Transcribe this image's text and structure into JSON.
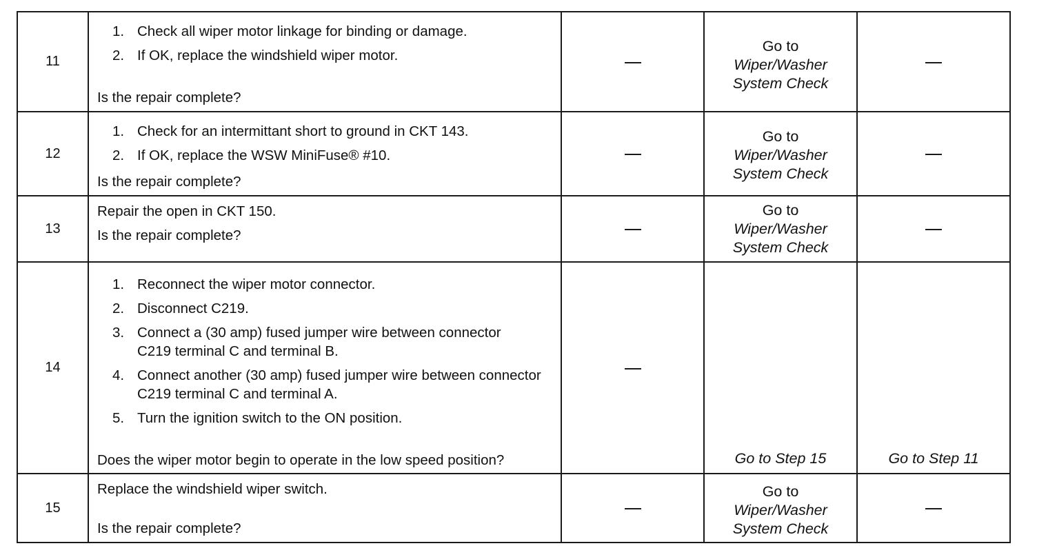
{
  "rows": [
    {
      "step": "11",
      "items": [
        {
          "n": "1.",
          "t": "Check all wiper motor linkage for binding or damage."
        },
        {
          "n": "2.",
          "t": "If OK, replace the windshield wiper motor."
        }
      ],
      "question": "Is the repair complete?",
      "value": "—",
      "yes": {
        "prefix": "Go to",
        "link": "Wiper/Washer System Check"
      },
      "no": "—"
    },
    {
      "step": "12",
      "items": [
        {
          "n": "1.",
          "t": "Check for an intermittant short to ground in CKT 143."
        },
        {
          "n": "2.",
          "t": "If OK, replace the WSW MiniFuse® #10."
        }
      ],
      "question": "Is the repair complete?",
      "value": "—",
      "yes": {
        "prefix": "Go to",
        "link": "Wiper/Washer System Check"
      },
      "no": "—"
    },
    {
      "step": "13",
      "lines": [
        "Repair the open in CKT 150.",
        "Is the repair complete?"
      ],
      "value": "—",
      "yes": {
        "prefix": "Go to",
        "link": "Wiper/Washer System Check"
      },
      "no": "—"
    },
    {
      "step": "14",
      "items": [
        {
          "n": "1.",
          "t": "Reconnect the wiper motor connector."
        },
        {
          "n": "2.",
          "t": "Disconnect C219."
        },
        {
          "n": "3.",
          "t": "Connect a (30 amp) fused jumper wire between connector C219 terminal C and terminal B."
        },
        {
          "n": "4.",
          "t": "Connect another (30 amp) fused jumper wire between connector C219 terminal C and terminal A."
        },
        {
          "n": "5.",
          "t": "Turn the ignition switch to the ON position."
        }
      ],
      "question": "Does the wiper motor begin to operate in the low speed position?",
      "value": "—",
      "yes": "Go to Step 15",
      "no": "Go to Step 11"
    },
    {
      "step": "15",
      "lines": [
        "Replace the windshield wiper switch."
      ],
      "question": "Is the repair complete?",
      "value": "—",
      "yes": {
        "prefix": "Go to",
        "link": "Wiper/Washer System Check"
      },
      "no": "—"
    }
  ]
}
